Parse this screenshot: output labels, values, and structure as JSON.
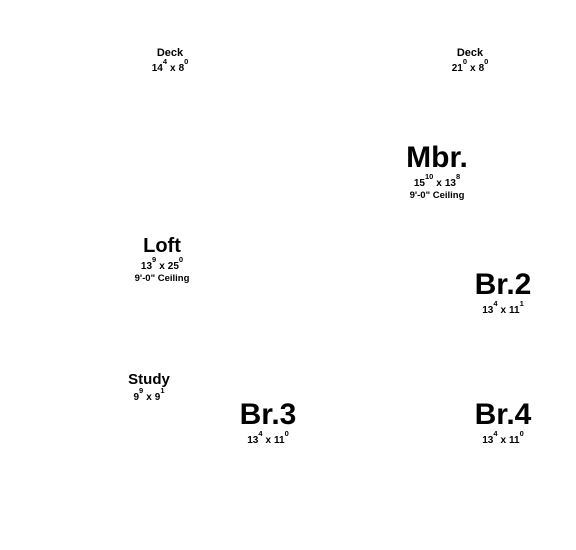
{
  "plan": {
    "rooms": [
      {
        "id": "deck-left",
        "name": "Deck",
        "w_ft": "14",
        "w_in": "4",
        "d_ft": "8",
        "d_in": "0",
        "ceiling": ""
      },
      {
        "id": "deck-right",
        "name": "Deck",
        "w_ft": "21",
        "w_in": "0",
        "d_ft": "8",
        "d_in": "0",
        "ceiling": ""
      },
      {
        "id": "mbr",
        "name": "Mbr.",
        "w_ft": "15",
        "w_in": "10",
        "d_ft": "13",
        "d_in": "8",
        "ceiling": "9'-0\" Ceiling"
      },
      {
        "id": "loft",
        "name": "Loft",
        "w_ft": "13",
        "w_in": "9",
        "d_ft": "25",
        "d_in": "0",
        "ceiling": "9'-0\" Ceiling"
      },
      {
        "id": "br2",
        "name": "Br.2",
        "w_ft": "13",
        "w_in": "4",
        "d_ft": "11",
        "d_in": "1",
        "ceiling": ""
      },
      {
        "id": "study",
        "name": "Study",
        "w_ft": "9",
        "w_in": "9",
        "d_ft": "9",
        "d_in": "1",
        "ceiling": ""
      },
      {
        "id": "br3",
        "name": "Br.3",
        "w_ft": "13",
        "w_in": "4",
        "d_ft": "11",
        "d_in": "0",
        "ceiling": ""
      },
      {
        "id": "br4",
        "name": "Br.4",
        "w_ft": "13",
        "w_in": "4",
        "d_ft": "11",
        "d_in": "0",
        "ceiling": ""
      }
    ],
    "times_sign": "x"
  }
}
